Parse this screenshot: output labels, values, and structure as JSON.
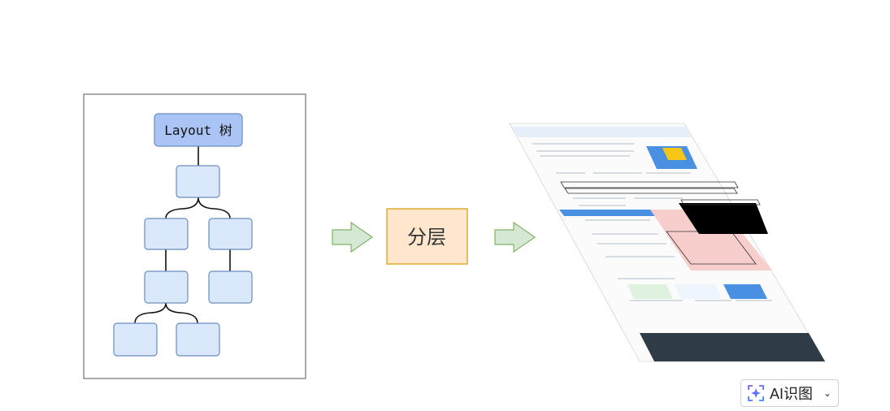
{
  "tree": {
    "root_label": "Layout 树"
  },
  "process": {
    "label": "分层"
  },
  "colors": {
    "root_fill": "#a9c4f5",
    "root_stroke": "#6c8ebf",
    "node_fill": "#dae8fc",
    "node_stroke": "#6c8ebf",
    "process_fill": "#ffe6cc",
    "process_stroke": "#d79b00",
    "arrow_fill": "#d5e8d4",
    "arrow_stroke": "#82b366",
    "layer_red": "#f8cecc",
    "layer_black": "#000000",
    "accent_blue": "#4a90e2"
  },
  "ai_button": {
    "icon": "sparkle-icon",
    "label": "AI识图",
    "chevron": "chevron-down-icon"
  }
}
